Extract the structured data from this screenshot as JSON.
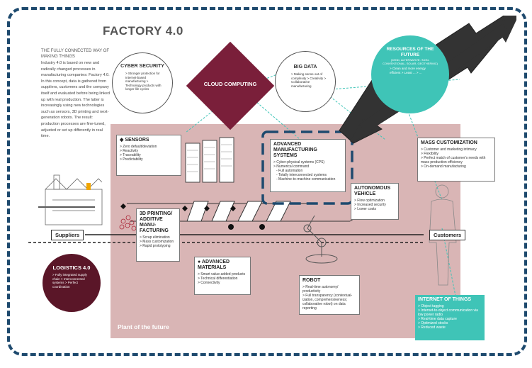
{
  "poster": {
    "title": "FACTORY 4.0",
    "intro_heading": "THE FULLY CONNECTED WAY OF MAKING THINGS",
    "intro_body": "Industry 4.0 is based on new and radically changed processes in manufacturing companies: Factory 4.0. In this concept, data is gathered from suppliers, customers and the company itself and evaluated before being linked up with real production. The latter is increasingly using new technologies such as sensors, 3D printing and next-generation robots. The result: production processes are fine-tuned, adjusted or set up differently in real time.",
    "plant_label": "Plant of the future"
  },
  "nodes": {
    "cyber": {
      "title": "CYBER SECURITY",
      "items": [
        "> Stronger protection for Internet-based manufacturing",
        "> Technology products with longer life cycles"
      ]
    },
    "cloud": {
      "title": "CLOUD COMPUTING"
    },
    "bigdata": {
      "title": "BIG DATA",
      "items": [
        "> Making sense out of complexity",
        "> Creativity",
        "> Collaborative manufacturing"
      ]
    },
    "resources": {
      "title": "RESOURCES OF THE FUTURE",
      "subtitle": "(WIND, ALTERNATIVE / NON-CONVENTIONAL, SOLAR, GEOTHERMIC)",
      "items": [
        "> Clean and more energy efficient",
        "> Least ...",
        "> ..."
      ]
    },
    "sensors": {
      "title": "SENSORS",
      "items": [
        "> Zero default/deviation",
        "> Reactivity",
        "> Traceability",
        "> Predictability"
      ]
    },
    "ams": {
      "title": "ADVANCED MANUFACTURING SYSTEMS",
      "items": [
        "> Cyber-physical systems (CPS)",
        "> Numerical command",
        "- Full automation",
        "- Totally interconnected systems",
        "- Machine-to-machine communication"
      ]
    },
    "mass": {
      "title": "MASS CUSTOMIZATION",
      "items": [
        "> Customer and marketing intimacy",
        "> Flexibility",
        "> Perfect match of customer's needs with mass production efficiency",
        "> On-demand manufacturing"
      ]
    },
    "printing": {
      "title": "3D PRINTING/ ADDITIVE MANU- FACTURING",
      "items": [
        "> Scrap elimination",
        "> Mass customization",
        "> Rapid prototyping"
      ]
    },
    "auto": {
      "title": "AUTONOMOUS VEHICLE",
      "items": [
        "> Flow optimization",
        "> Increased security",
        "> Lower costs"
      ]
    },
    "materials": {
      "title": "ADVANCED MATERIALS",
      "items": [
        "> Smart value-added products",
        "> Technical differentiation",
        "> Connectivity"
      ]
    },
    "robot": {
      "title": "ROBOT",
      "items": [
        "> Real-time autonomy/ productivity",
        "> Full transparency (contextual- ization, comprehensiveness; collaborative robot) on data reporting"
      ]
    },
    "logistics": {
      "title": "LOGISTICS 4.0",
      "items": [
        "> Fully integrated supply chain",
        "> Interconnected systems",
        "> Perfect coordination"
      ]
    },
    "iot": {
      "title": "INTERNET OF THINGS",
      "items": [
        "> Object tagging",
        "> Internet-to-object communication via low power radio",
        "> Real-time data capture",
        "> Optimized stocks",
        "> Reduced waste"
      ]
    },
    "suppliers": "Suppliers",
    "customers": "Customers"
  },
  "colors": {
    "frame": "#1e4a6e",
    "plant": "#d9b5b5",
    "cloud": "#7a1f3a",
    "teal": "#3fc4b7",
    "logistics": "#5a1628",
    "highlight": "#1e4a6e",
    "arrow": "#333333"
  }
}
